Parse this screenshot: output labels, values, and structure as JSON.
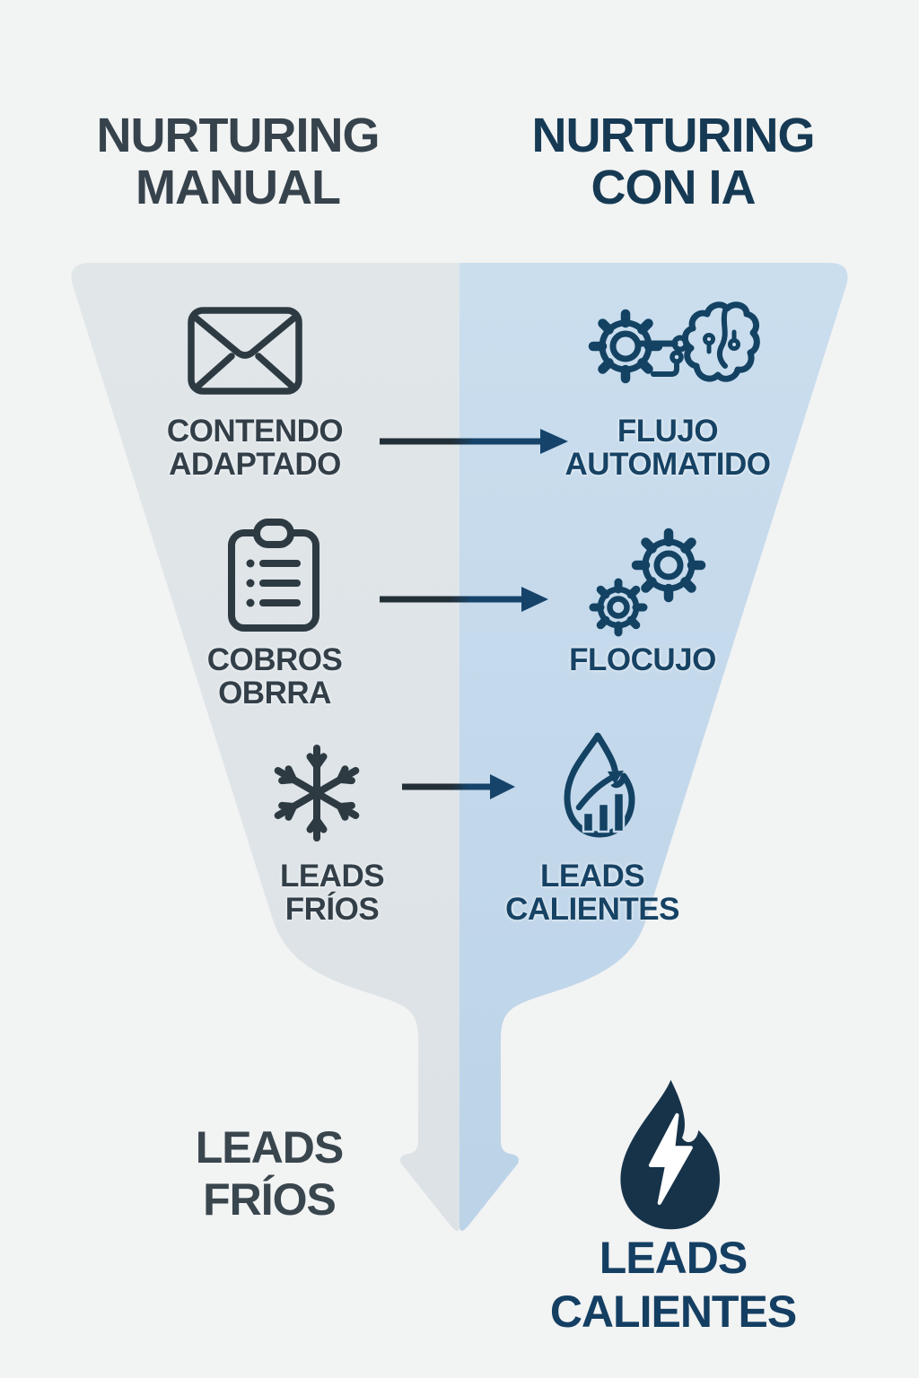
{
  "title_left": {
    "line1": "NURTURING",
    "line2": "MANUAL"
  },
  "title_right": {
    "line1": "NURTURING",
    "line2": "CON IA"
  },
  "funnel": {
    "left_fill": "#dfe5e8",
    "right_fill": "#c2d8ea",
    "rows": [
      {
        "left_icon": "envelope",
        "left_line1": "CONTENDO",
        "left_line2": "ADAPTADO",
        "right_icon": "gear-brain",
        "right_line1": "FLUJO",
        "right_line2": "AUTOMATIDO"
      },
      {
        "left_icon": "clipboard-checklist",
        "left_line1": "COBROS",
        "left_line2": "OBRRA",
        "right_icon": "double-gears",
        "right_line1": "FLOCUJO",
        "right_line2": ""
      },
      {
        "left_icon": "snowflake",
        "left_line1": "LEADS",
        "left_line2": "FRÍOS",
        "right_icon": "flame-growth-chart",
        "right_line1": "LEADS",
        "right_line2": "CALIENTES"
      }
    ]
  },
  "outputs": {
    "left": {
      "line1": "LEADS",
      "line2": "FRÍOS"
    },
    "right": {
      "icon": "flame-lightning",
      "line1": "LEADS",
      "line2": "CALIENTES"
    }
  },
  "colors": {
    "background": "#f2f3f3",
    "slate_text": "#36434c",
    "navy_heading": "#163a54",
    "navy_text": "#164264",
    "slate_icon": "#2d3a42",
    "navy_icon": "#134263",
    "arrow_slate": "#232f37",
    "arrow_navy": "#16436a",
    "flame_fill": "#16334a"
  }
}
